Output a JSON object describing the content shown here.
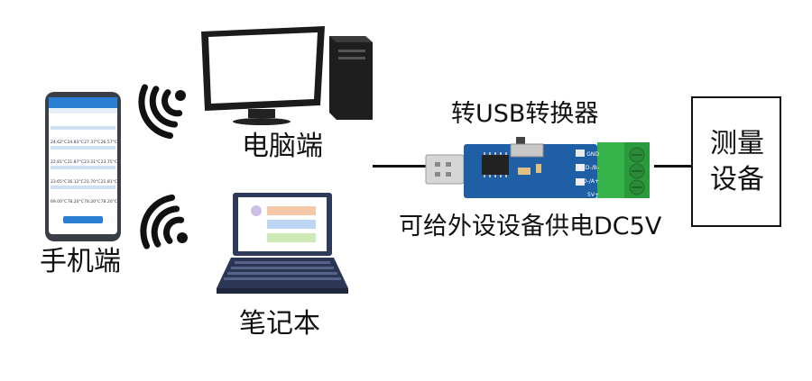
{
  "labels": {
    "desktop": "电脑端",
    "mobile": "手机端",
    "laptop": "笔记本",
    "converter_title": "转USB转换器",
    "power_note": "可给外设设备供电DC5V",
    "device_line1": "测量",
    "device_line2": "设备"
  },
  "phone_screen": {
    "rows": [
      [
        "24.62°C",
        "24.83°C",
        "27.37°C",
        "26.57°C"
      ],
      [
        "22.81°C",
        "21.87°C",
        "23.31°C",
        "23.75°C"
      ],
      [
        "23.65°C",
        "16.12°C",
        "21.70°C",
        "21.81°C"
      ],
      [
        "69.00°C",
        "78.20°C",
        "78.20°C",
        "78.20°C"
      ]
    ]
  },
  "terminal_labels": [
    "GND",
    "RXD-/B-",
    "TXD-/A+",
    "5V+"
  ],
  "colors": {
    "pcb": "#1f5fa6",
    "terminal": "#35b34a",
    "phone_accent": "#2a7fd4",
    "laptop_body": "#2f3a5a"
  }
}
